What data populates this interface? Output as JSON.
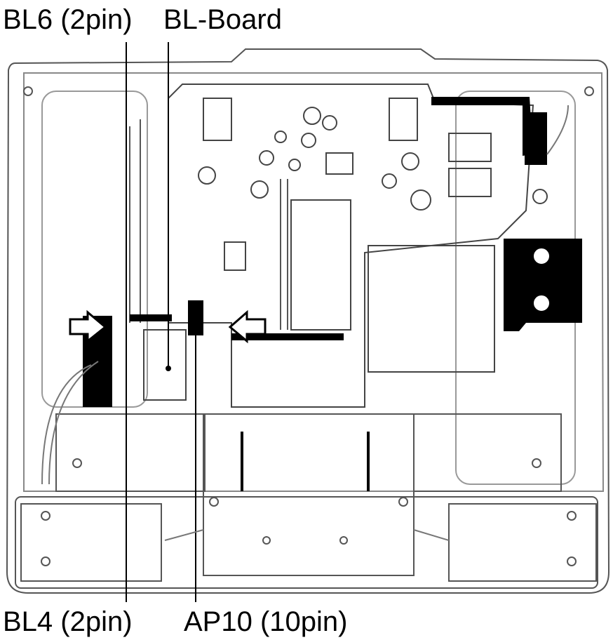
{
  "callouts": {
    "bl6": "BL6 (2pin)",
    "bl_board": "BL-Board",
    "bl4": "BL4 (2pin)",
    "ap10": "AP10 (10pin)"
  },
  "colors": {
    "ink": "#000000",
    "line_gray": "#555555",
    "light_gray": "#999999",
    "background": "#ffffff"
  }
}
